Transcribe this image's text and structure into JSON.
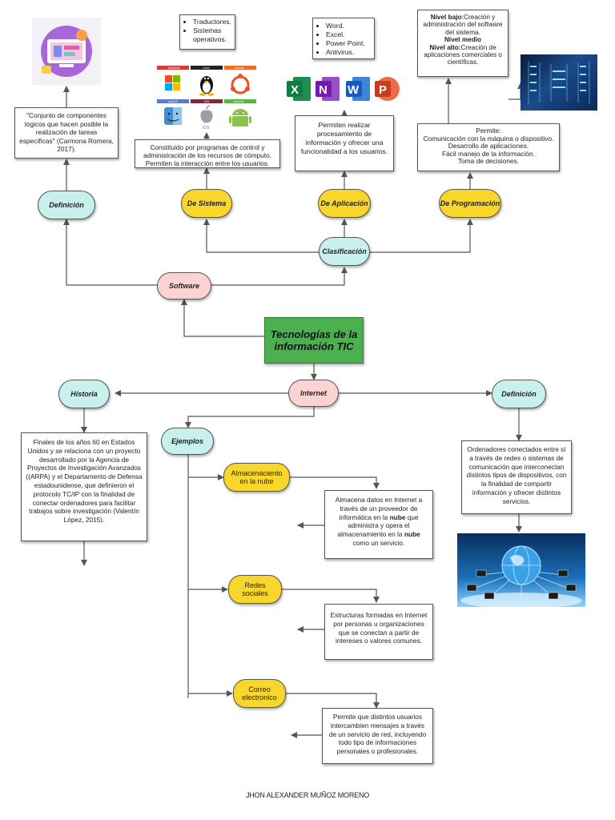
{
  "title": "Tecnologías de la información TIC",
  "software": {
    "label": "Software",
    "definicion": {
      "label": "Definición",
      "text": "\"Conjunto de componentes lógicos que hacen posible la realización de tareas específicas\" (Carmona Romera, 2017)."
    },
    "clasificacion": {
      "label": "Clasificación"
    },
    "sistema": {
      "label": "De Sistema",
      "text": "Constituido por programas de control y administración de los recursos de cómputo. Permiten la interacción entre los usuarios.",
      "examples": [
        "Traductores.",
        "Sistemas operativos."
      ],
      "os_labels": [
        "Windows",
        "Linux",
        "Ubuntu",
        "macOS",
        "iOS",
        "Android"
      ]
    },
    "aplicacion": {
      "label": "De Aplicación",
      "text": "Permiten realizar procesamiento de información y ofrecer una funcionalidad a los usuarios.",
      "examples": [
        "Word.",
        "Excel.",
        "Power Point.",
        "Antivirus."
      ],
      "app_letters": [
        "X",
        "N",
        "W",
        "P"
      ]
    },
    "programacion": {
      "label": "De Programación",
      "text_lines": [
        "Permite:",
        "Comunicación con la máquina o dispositivo.",
        "Desarrollo de aplicaciones.",
        "Fácil manejo de la información.",
        "Toma de decisiones."
      ],
      "niveles": {
        "bajo_label": "Nivel bajo:",
        "bajo_text": "Creación y administración del software del sistema.",
        "medio_label": "Nivel medio",
        "alto_label": "Nivel alto:",
        "alto_text": "Creación de aplicaciones comerciales o científicas."
      }
    }
  },
  "internet": {
    "label": "Internet",
    "historia": {
      "label": "Historia",
      "text": "Finales de los años 60 en Estados Unidos y se relaciona con un proyecto desarrollado por la Agencia de Proyectos de Investigación Avanzados ((ARPA) y el Departamento de Defensa estadounidense, que definieron el protocolo TC/IP con la finalidad de conectar ordenadores para facilitar trabajos sobre investigación (Valentín López, 2015)."
    },
    "definicion": {
      "label": "Definición",
      "text": "Ordenadores conectados entre sí a través de redes o sistemas de comunicación que interconectan distintos tipos de dispositivos, con la finalidad de compartir información y ofrecer distintos servicios."
    },
    "ejemplos": {
      "label": "Ejemplos",
      "items": [
        {
          "label": "Almacenaciento en la nube",
          "text_a": "Almacena datos en Internet a través de un proveedor de informática en la ",
          "bold1": "nube",
          "text_b": " que administra y opera el almacenamiento en la ",
          "bold2": "nube",
          "text_c": " como un servicio."
        },
        {
          "label": "Redes sociales",
          "text": "Estructuras formadas en Internet por personas u organizaciones que se conectan a partir de intereses o valores comunes."
        },
        {
          "label": "Correo electronico",
          "text": "Permite que distintos usuarios intercambien mensajes a través de un servicio de red, incluyendo todo tipo de informaciones personales o profesionales."
        }
      ]
    }
  },
  "footer": "JHON ALEXANDER MUÑOZ MORENO",
  "colors": {
    "teal": "#c8f0ec",
    "yellow": "#f8d62a",
    "pink": "#fbd3d3",
    "green": "#4caf50"
  }
}
